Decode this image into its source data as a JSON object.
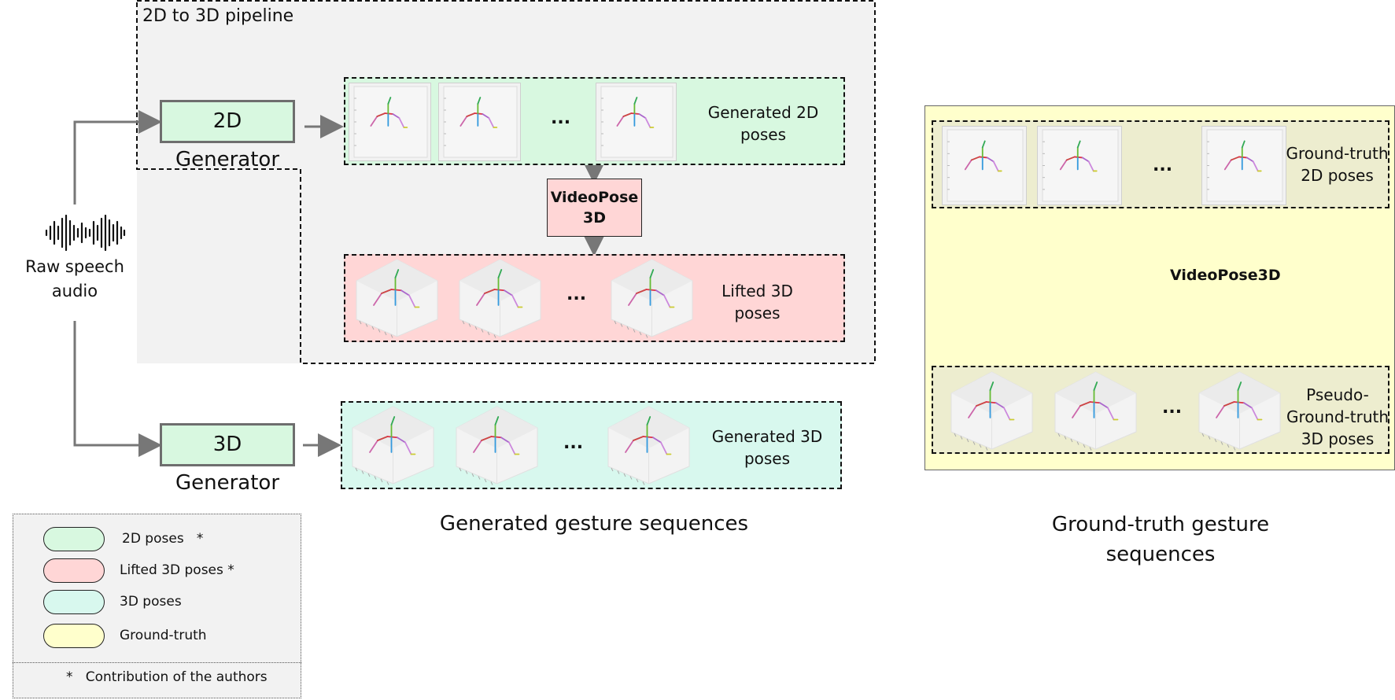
{
  "pipeline": {
    "title": "2D to 3D pipeline",
    "gen2d_label": "2D Generator",
    "gen2d_out_line1": "Generated 2D",
    "gen2d_out_line2": "poses",
    "ellipsis": "...",
    "videopose_line1": "VideoPose",
    "videopose_line2": "3D",
    "lifted_line1": "Lifted 3D",
    "lifted_line2": "poses"
  },
  "audio": {
    "line1": "Raw speech",
    "line2": "audio"
  },
  "gen3d": {
    "label": "3D Generator",
    "out_line1": "Generated 3D",
    "out_line2": "poses",
    "ellipsis": "..."
  },
  "captions": {
    "generated": "Generated gesture sequences",
    "gt_line1": "Ground-truth gesture",
    "gt_line2": "sequences"
  },
  "ground_truth": {
    "top_line1": "Ground-truth",
    "top_line2": "2D poses",
    "ellipsis_top": "...",
    "videopose": "VideoPose3D",
    "bottom_line1": "Pseudo-",
    "bottom_line2": "Ground-truth",
    "bottom_line3": "3D poses",
    "ellipsis_bottom": "..."
  },
  "legend": {
    "items": [
      {
        "label": "2D poses   *",
        "color": "#d8f8e0"
      },
      {
        "label": "Lifted 3D poses *",
        "color": "#ffd6d6"
      },
      {
        "label": "3D poses",
        "color": "#d8f8ee"
      },
      {
        "label": "Ground-truth",
        "color": "#ffffcc"
      }
    ],
    "footnote": "*   Contribution of the authors"
  },
  "colors": {
    "pipeline_bg": "#f2f2f2",
    "green_2d": "#d8f8e0",
    "pink_lifted": "#ffd6d6",
    "teal_3d": "#d8f8ee",
    "gt_yellow": "#ffffcc",
    "gt_inner": "#ededcf",
    "generator_box": "#d8f8e0",
    "videopose_box": "#ffd6d6"
  }
}
